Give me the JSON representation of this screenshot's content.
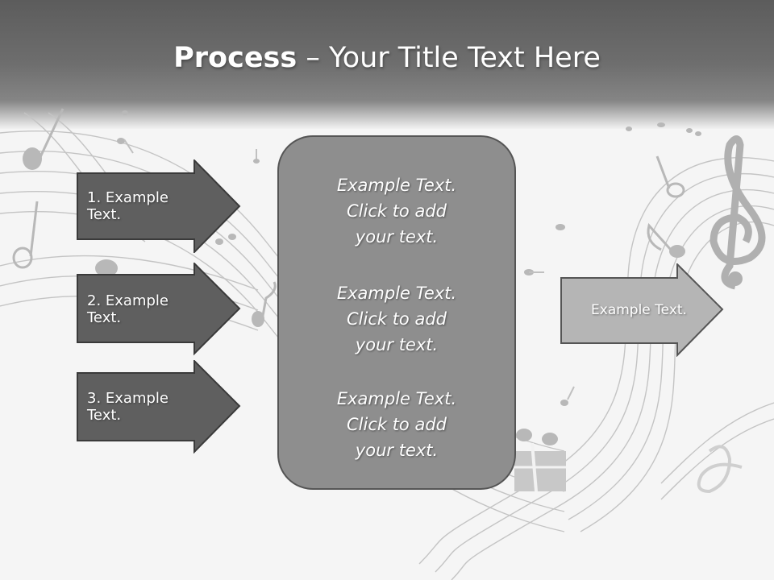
{
  "slide": {
    "title_bold": "Process",
    "title_rest": " – Your Title Text Here"
  },
  "colors": {
    "header_dark": "#5c5c5c",
    "arrow_dark": "#5f5f5f",
    "arrow_light": "#b5b5b5",
    "center_box": "#8e8e8e",
    "outline": "#555555"
  },
  "left_arrows": [
    {
      "label": "1. Example Text."
    },
    {
      "label": "2. Example Text."
    },
    {
      "label": "3. Example Text."
    }
  ],
  "center_box": {
    "paragraphs": [
      {
        "line1": "Example Text.",
        "line2": "Click  to add",
        "line3": "your text."
      },
      {
        "line1": "Example Text.",
        "line2": "Click  to add",
        "line3": "your text."
      },
      {
        "line1": "Example Text.",
        "line2": "Click  to add",
        "line3": "your text."
      }
    ]
  },
  "right_arrow": {
    "label": "Example Text."
  },
  "background_icons": [
    "music-staff-lines",
    "treble-clef-icon",
    "eighth-note-icon",
    "quarter-note-icon",
    "beamed-notes-icon"
  ]
}
